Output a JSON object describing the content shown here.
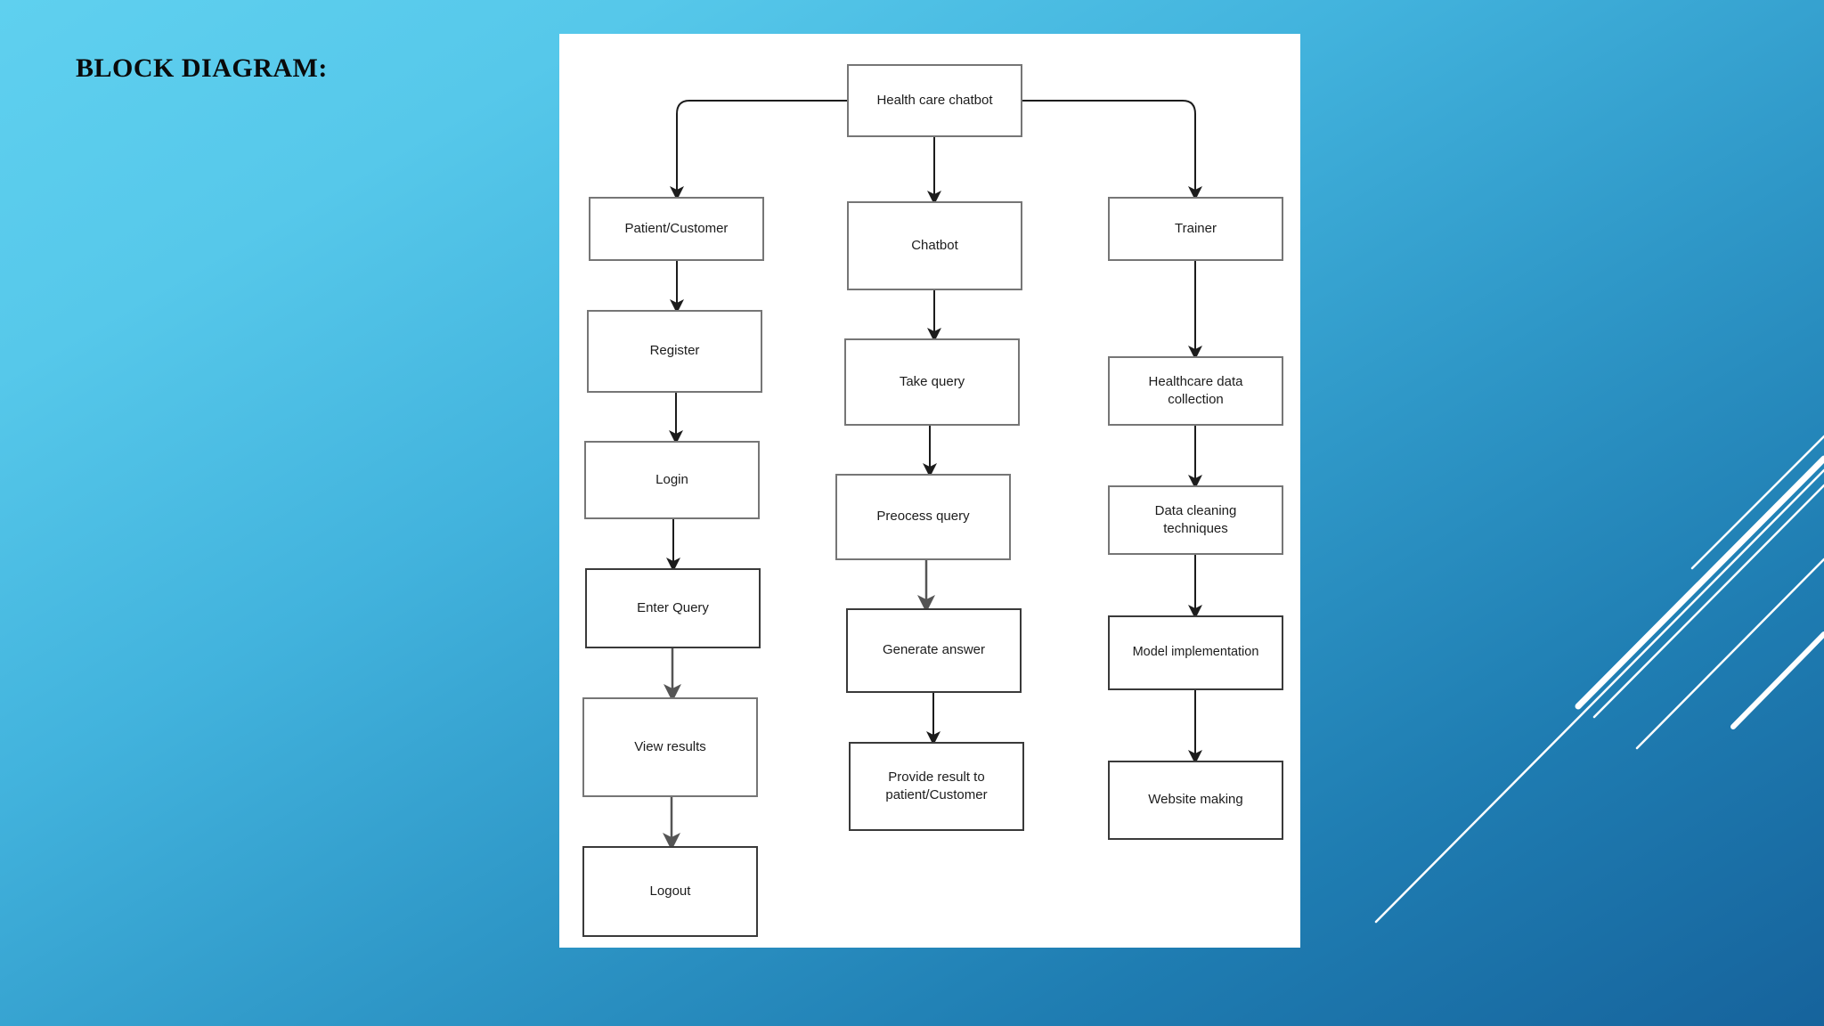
{
  "slide": {
    "title": "BLOCK DIAGRAM:",
    "background_top_color": "#5fd0ef",
    "background_bottom_color": "#16639c",
    "panel_color": "#ffffff",
    "accent_line_color": "#ffffff"
  },
  "diagram": {
    "type": "flowchart",
    "root": {
      "id": "root",
      "label": "Health care chatbot"
    },
    "columns": [
      {
        "id": "column-patient",
        "name": "patient-branch",
        "nodes": [
          {
            "id": "patient",
            "label": "Patient/Customer"
          },
          {
            "id": "register",
            "label": "Register"
          },
          {
            "id": "login",
            "label": "Login"
          },
          {
            "id": "enter-query",
            "label": "Enter Query"
          },
          {
            "id": "view-results",
            "label": "View results"
          },
          {
            "id": "logout",
            "label": "Logout"
          }
        ]
      },
      {
        "id": "column-chatbot",
        "name": "chatbot-branch",
        "nodes": [
          {
            "id": "chatbot",
            "label": "Chatbot"
          },
          {
            "id": "take-query",
            "label": "Take query"
          },
          {
            "id": "preocess-query",
            "label": "Preocess query"
          },
          {
            "id": "generate-answer",
            "label": "Generate answer"
          },
          {
            "id": "provide-result",
            "label": "Provide result to\npatient/Customer"
          }
        ]
      },
      {
        "id": "column-trainer",
        "name": "trainer-branch",
        "nodes": [
          {
            "id": "trainer",
            "label": "Trainer"
          },
          {
            "id": "healthcare-data",
            "label": "Healthcare data\ncollection"
          },
          {
            "id": "data-cleaning",
            "label": "Data cleaning\ntechniques"
          },
          {
            "id": "model-implementation",
            "label": "Model implementation"
          },
          {
            "id": "website-making",
            "label": "Website making"
          }
        ]
      }
    ],
    "edges": [
      {
        "from": "root",
        "to": "patient"
      },
      {
        "from": "root",
        "to": "chatbot"
      },
      {
        "from": "root",
        "to": "trainer"
      },
      {
        "from": "patient",
        "to": "register"
      },
      {
        "from": "register",
        "to": "login"
      },
      {
        "from": "login",
        "to": "enter-query"
      },
      {
        "from": "enter-query",
        "to": "view-results"
      },
      {
        "from": "view-results",
        "to": "logout"
      },
      {
        "from": "chatbot",
        "to": "take-query"
      },
      {
        "from": "take-query",
        "to": "preocess-query"
      },
      {
        "from": "preocess-query",
        "to": "generate-answer"
      },
      {
        "from": "generate-answer",
        "to": "provide-result"
      },
      {
        "from": "trainer",
        "to": "healthcare-data"
      },
      {
        "from": "healthcare-data",
        "to": "data-cleaning"
      },
      {
        "from": "data-cleaning",
        "to": "model-implementation"
      },
      {
        "from": "model-implementation",
        "to": "website-making"
      }
    ]
  }
}
